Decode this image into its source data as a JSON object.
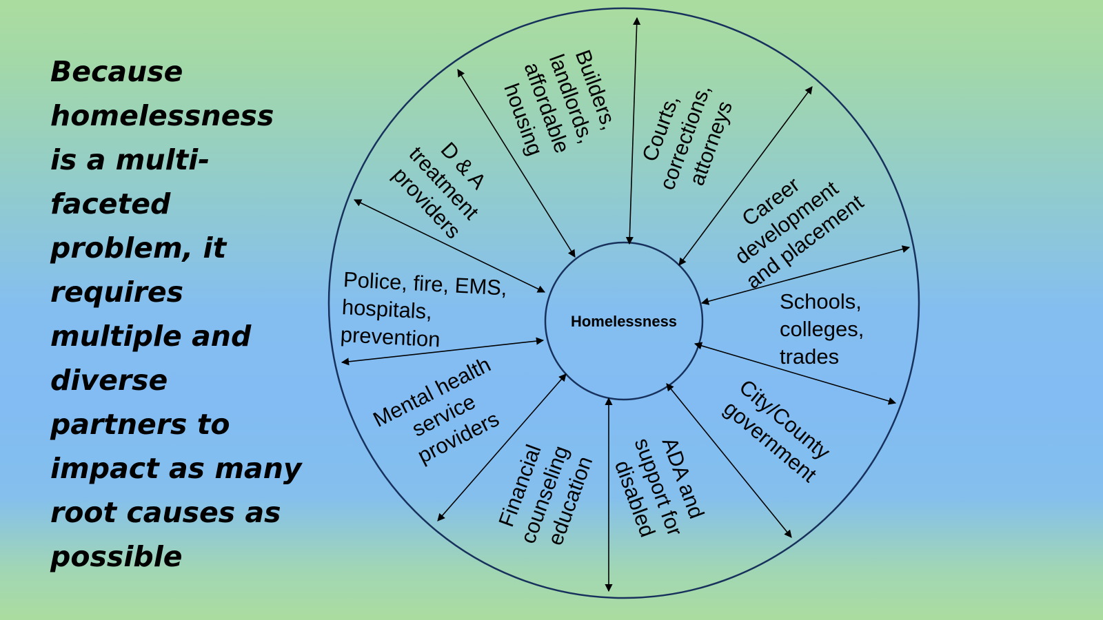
{
  "slide": {
    "message_lines": [
      "Because",
      "homelessness",
      "is a multi-",
      "faceted",
      "problem, it",
      "requires",
      "multiple and",
      "diverse",
      "partners to",
      "impact as many",
      "root causes as",
      "possible"
    ]
  },
  "diagram": {
    "center_label": "Homelessness",
    "line_color": "#17315c",
    "spokes": [
      {
        "id": "builders",
        "lines": [
          "Builders,",
          "landlords,",
          "affordable",
          "housing"
        ]
      },
      {
        "id": "courts",
        "lines": [
          "Courts,",
          "corrections,",
          "attorneys"
        ]
      },
      {
        "id": "career",
        "lines": [
          "Career",
          "development",
          "and placement"
        ]
      },
      {
        "id": "schools",
        "lines": [
          "Schools,",
          "colleges,",
          "trades"
        ]
      },
      {
        "id": "city",
        "lines": [
          "City/County",
          "government"
        ]
      },
      {
        "id": "ada",
        "lines": [
          "ADA and",
          "support for",
          "disabled"
        ]
      },
      {
        "id": "financial",
        "lines": [
          "Financial",
          "counseling",
          "education"
        ]
      },
      {
        "id": "mental",
        "lines": [
          "Mental health",
          "service",
          "providers"
        ]
      },
      {
        "id": "police",
        "lines": [
          "Police, fire, EMS,",
          "hospitals,",
          "prevention"
        ]
      },
      {
        "id": "da",
        "lines": [
          "D & A",
          "treatment",
          "providers"
        ]
      }
    ]
  }
}
